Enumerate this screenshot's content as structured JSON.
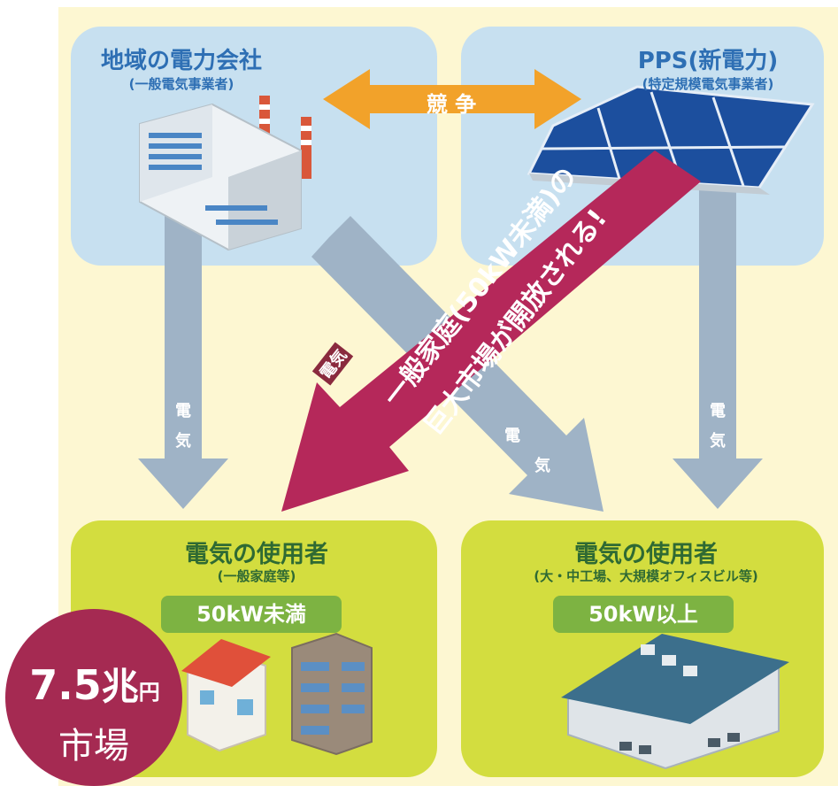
{
  "top_left": {
    "title": "地域の電力会社",
    "subtitle": "(一般電気事業者)"
  },
  "top_right": {
    "title": "PPS(新電力)",
    "subtitle": "(特定規模電気事業者)"
  },
  "competition": {
    "label": "競 争"
  },
  "flows": {
    "left_down": [
      "電",
      "気"
    ],
    "right_down": [
      "電",
      "気"
    ],
    "cross": [
      "電",
      "気"
    ],
    "red_arrow_small": "電気",
    "red_arrow_line1": "一般家庭(50kW未満)の",
    "red_arrow_line2": "巨大市場が開放される!"
  },
  "bottom_left": {
    "title": "電気の使用者",
    "subtitle": "(一般家庭等)",
    "badge": "50kW未満"
  },
  "bottom_right": {
    "title": "電気の使用者",
    "subtitle": "(大・中工場、大規模オフィスビル等)",
    "badge": "50kW以上"
  },
  "market": {
    "amount": "7.5",
    "unit_big": "兆",
    "unit_small": "円",
    "label": "市場"
  },
  "colors": {
    "blue_box": "#c7e0f0",
    "green_box": "#d3dd3f",
    "gray_arrow": "#9fb3c6",
    "orange_arrow": "#f2a22a",
    "red_arrow": "#b5285a",
    "market_circle": "#a52a52"
  }
}
